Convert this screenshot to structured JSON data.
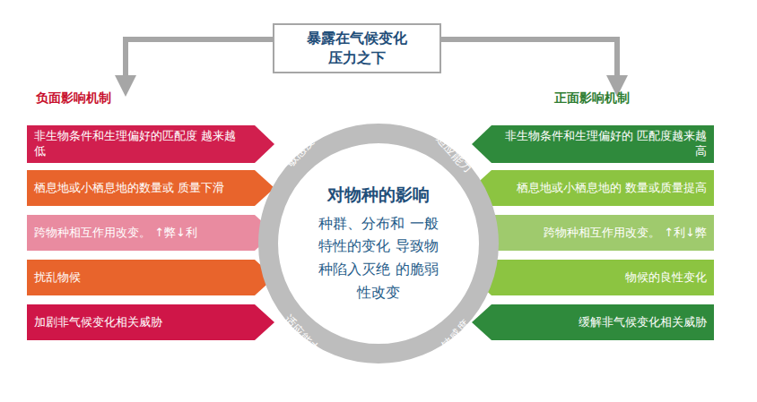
{
  "diagram": {
    "nodes": [
      {
        "text": [
          "暴露在气候变化 压力之下"
        ]
      },
      {
        "text": [
          "非生物条件和生理偏好的匹配度 越来越低"
        ]
      },
      {
        "text": [
          "栖息地或小栖息地的数量或 质量下滑"
        ]
      },
      {
        "text": [
          "跨物种相互作用改变。 ↑弊↓利"
        ]
      },
      {
        "text": [
          "扰乱物候"
        ]
      },
      {
        "text": [
          "加剧非气候变化相关威胁"
        ]
      },
      {
        "text": [
          "对物种的影响",
          "种群、分布和 一般特性的变化 导致物种陷入灭绝 的脆弱性改变"
        ]
      },
      {
        "text": [
          "非生物条件和生理偏好的 匹配度越来越高"
        ]
      },
      {
        "text": [
          "栖息地或小栖息地的 数量或质量提高"
        ]
      },
      {
        "text": [
          "跨物种相互作用改变。 ↑利↓弊"
        ]
      },
      {
        "text": [
          "物候的良性变化"
        ]
      },
      {
        "text": [
          "缓解非气候变化相关威胁"
        ]
      }
    ],
    "labels": [
      "负面影响机制",
      "正面影响机制",
      "敏感度",
      "适应能力",
      "适应能力",
      "敏感度"
    ]
  }
}
